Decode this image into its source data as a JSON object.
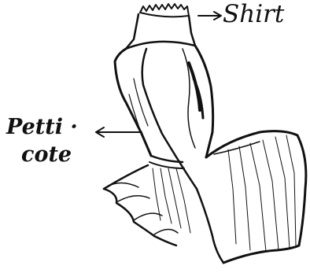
{
  "labels": {
    "shirt": "Shirt",
    "petticote_line1": "Petti ·",
    "petticote_line2": "cote"
  },
  "colors": {
    "ink": "#111111",
    "paper": "#ffffff"
  }
}
